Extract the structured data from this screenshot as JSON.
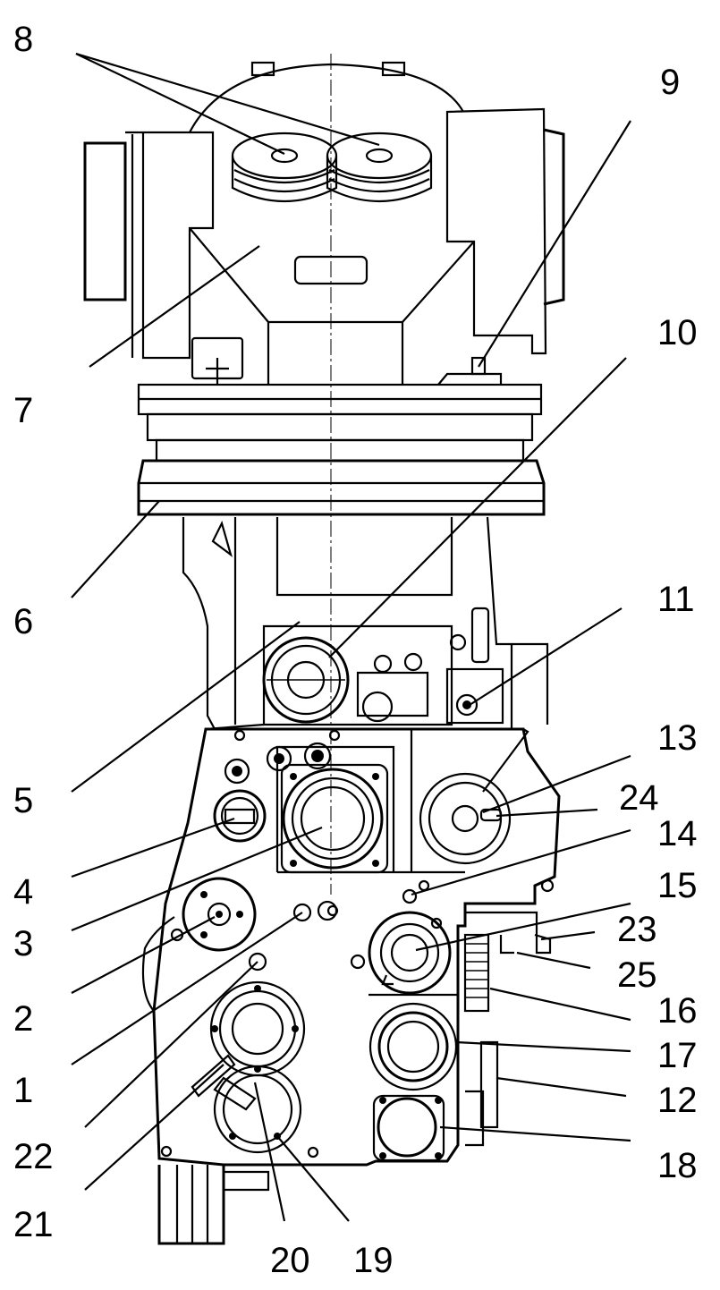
{
  "diagram": {
    "labels": [
      {
        "id": "8",
        "text": "8"
      },
      {
        "id": "9",
        "text": "9"
      },
      {
        "id": "7",
        "text": "7"
      },
      {
        "id": "10",
        "text": "10"
      },
      {
        "id": "6",
        "text": "6"
      },
      {
        "id": "11",
        "text": "11"
      },
      {
        "id": "5",
        "text": "5"
      },
      {
        "id": "13",
        "text": "13"
      },
      {
        "id": "24",
        "text": "24"
      },
      {
        "id": "4",
        "text": "4"
      },
      {
        "id": "14",
        "text": "14"
      },
      {
        "id": "3",
        "text": "3"
      },
      {
        "id": "15",
        "text": "15"
      },
      {
        "id": "23",
        "text": "23"
      },
      {
        "id": "25",
        "text": "25"
      },
      {
        "id": "2",
        "text": "2"
      },
      {
        "id": "16",
        "text": "16"
      },
      {
        "id": "1",
        "text": "1"
      },
      {
        "id": "17",
        "text": "17"
      },
      {
        "id": "12",
        "text": "12"
      },
      {
        "id": "22",
        "text": "22"
      },
      {
        "id": "18",
        "text": "18"
      },
      {
        "id": "21",
        "text": "21"
      },
      {
        "id": "20",
        "text": "20"
      },
      {
        "id": "19",
        "text": "19"
      }
    ]
  }
}
